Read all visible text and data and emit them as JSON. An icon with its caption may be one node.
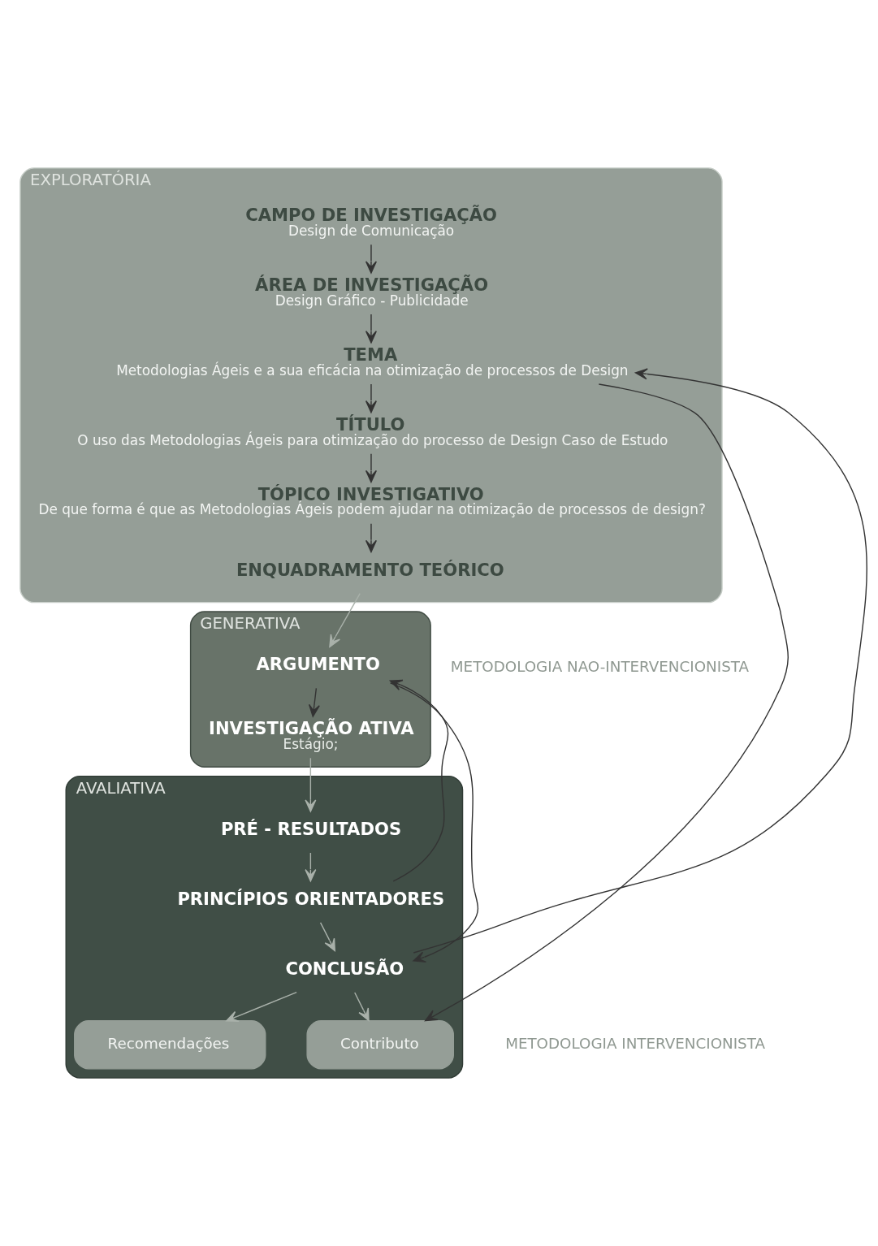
{
  "diagram": {
    "nodes": [
      {
        "text": [
          "EXPLORATÓRIA"
        ]
      },
      {
        "text": [
          "CAMPO DE INVESTIGAÇÃO",
          "Design de Comunicação"
        ],
        "in": 0
      },
      {
        "text": [
          "ÁREA DE INVESTIGAÇÃO",
          "Design Gráfico - Publicidade"
        ],
        "in": 0
      },
      {
        "text": [
          "TEMA",
          "Metodologias Ágeis e a sua eficácia na otimização de processos de Design"
        ],
        "in": 0
      },
      {
        "text": [
          "TÍTULO",
          "O uso das Metodologias Ágeis para otimização do processo de Design Caso de Estudo"
        ],
        "in": 0
      },
      {
        "text": [
          "TÓPICO INVESTIGATIVO",
          "De que forma é que as Metodologias Ágeis podem ajudar na otimização de processos de design?"
        ],
        "in": 0
      },
      {
        "text": [
          "ENQUADRAMENTO TEÓRICO"
        ],
        "in": 0
      },
      {
        "text": [
          "GENERATIVA"
        ]
      },
      {
        "text": [
          "ARGUMENTO"
        ],
        "in": 7
      },
      {
        "text": [
          "INVESTIGAÇÃO ATIVA",
          "Estágio;"
        ],
        "in": 7
      },
      {
        "text": [
          "AVALIATIVA"
        ]
      },
      {
        "text": [
          "PRÉ - RESULTADOS"
        ],
        "in": 10
      },
      {
        "text": [
          "PRINCÍPIOS ORIENTADORES"
        ],
        "in": 10
      },
      {
        "text": [
          "CONCLUSÃO"
        ],
        "in": 10
      },
      {
        "text": [
          "Recomendações"
        ],
        "in": 10
      },
      {
        "text": [
          "Contributo"
        ],
        "in": 10
      }
    ],
    "edges": [
      {
        "from": 1,
        "to": 2,
        "arrow": "to"
      },
      {
        "from": 2,
        "to": 3,
        "arrow": "to"
      },
      {
        "from": 3,
        "to": 4,
        "arrow": "to"
      },
      {
        "from": 4,
        "to": 5,
        "arrow": "to"
      },
      {
        "from": 5,
        "to": 6,
        "arrow": "to"
      },
      {
        "from": 6,
        "to": 8,
        "arrow": "to",
        "color": "#a9b1aa"
      },
      {
        "from": 8,
        "to": 9,
        "arrow": "to"
      },
      {
        "from": 9,
        "to": 11,
        "arrow": "to",
        "color": "#a9b1aa"
      },
      {
        "from": 11,
        "to": 12,
        "arrow": "to",
        "color": "#a9b1aa"
      },
      {
        "from": 12,
        "to": 13,
        "arrow": "to",
        "color": "#a9b1aa"
      },
      {
        "from": 13,
        "to": 14,
        "arrow": "to",
        "color": "#a9b1aa"
      },
      {
        "from": 13,
        "to": 15,
        "arrow": "to",
        "color": "#a9b1aa"
      },
      {
        "from": 13,
        "to": 3,
        "arrow": "to"
      },
      {
        "from": 3,
        "to": 15,
        "arrow": "to"
      },
      {
        "from": 12,
        "to": 8,
        "arrow": "to"
      },
      {
        "from": 8,
        "to": 13,
        "arrow": "to"
      }
    ],
    "labels": [
      "METODOLOGIA NAO-INTERVENCIONISTA",
      "METODOLOGIA INTERVENCIONISTA"
    ]
  }
}
